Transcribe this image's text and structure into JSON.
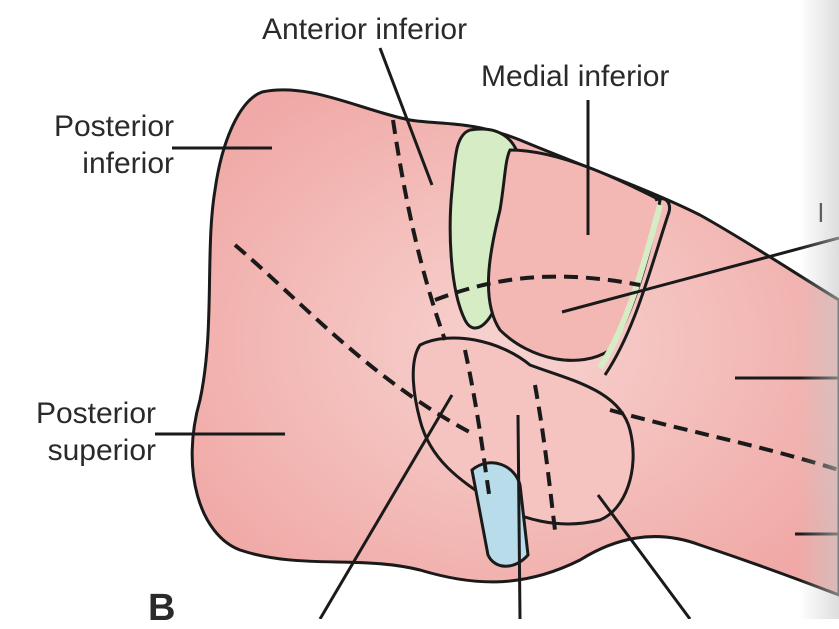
{
  "diagram": {
    "labels": {
      "anterior_inferior": "Anterior inferior",
      "medial_inferior": "Medial inferior",
      "posterior_inferior_line1": "Posterior",
      "posterior_inferior_line2": "inferior",
      "posterior_superior_line1": "Posterior",
      "posterior_superior_line2": "superior",
      "panel_letter": "B",
      "cropped_right": "l"
    },
    "colors": {
      "liver": "#f2b3b0",
      "liver_highlight": "#f7c9c6",
      "gallbladder": "#d6ecc4",
      "vena_cava": "#b9dcea",
      "outline": "#1a1a1a",
      "text": "#2a2a2a"
    }
  }
}
